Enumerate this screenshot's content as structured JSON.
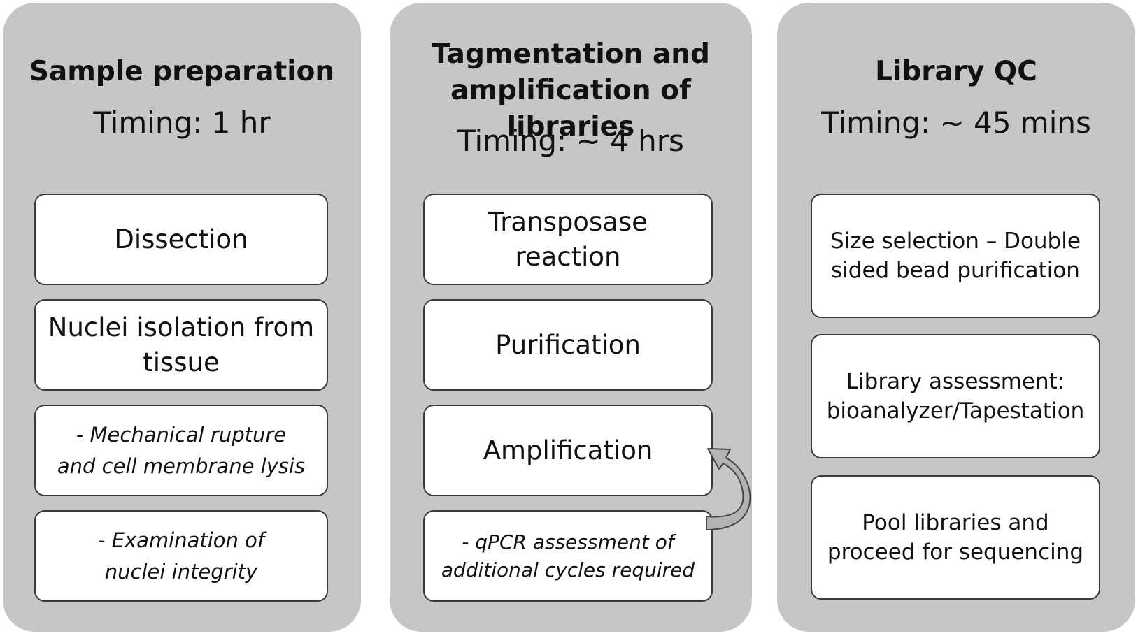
{
  "panels": [
    {
      "heading_lines": [
        "Sample preparation"
      ],
      "timing": "Timing: 1 hr",
      "boxes": [
        {
          "lines": [
            "Dissection"
          ]
        },
        {
          "lines": [
            "Nuclei isolation from",
            "tissue"
          ]
        },
        {
          "lines": [
            "- Mechanical rupture",
            "and cell membrane lysis"
          ]
        },
        {
          "lines": [
            "- Examination of",
            "nuclei integrity"
          ]
        }
      ]
    },
    {
      "heading_lines": [
        "Tagmentation and",
        "amplification of libraries"
      ],
      "timing": "Timing: ~ 4 hrs",
      "boxes": [
        {
          "lines": [
            "Transposase",
            "reaction"
          ]
        },
        {
          "lines": [
            "Purification"
          ]
        },
        {
          "lines": [
            "Amplification"
          ]
        },
        {
          "lines": [
            "- qPCR assessment of",
            "additional cycles required"
          ]
        }
      ]
    },
    {
      "heading_lines": [
        "Library QC"
      ],
      "timing": "Timing: ~ 45 mins",
      "boxes": [
        {
          "lines": [
            "Size selection – Double",
            "sided bead purification"
          ]
        },
        {
          "lines": [
            "Library assessment:",
            "bioanalyzer/Tapestation"
          ]
        },
        {
          "lines": [
            "Pool libraries and",
            "proceed for sequencing"
          ]
        }
      ]
    }
  ],
  "colors": {
    "panel_background": "#c6c6c6",
    "box_background": "#ffffff",
    "box_border": "#3a3a3a",
    "arrow_fill": "#b3b3b3"
  }
}
